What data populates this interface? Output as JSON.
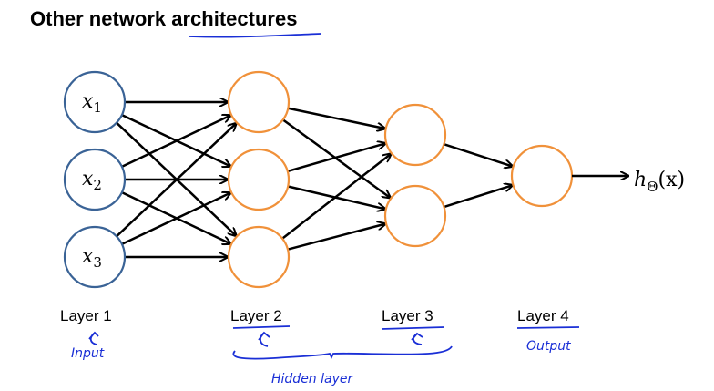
{
  "title": "Other network architectures",
  "title_underlined_word": "architectures",
  "colors": {
    "input_node": "#3a6396",
    "hidden_node": "#f0913a",
    "edge": "#000000",
    "annotation": "#1a2fd6"
  },
  "layers": [
    {
      "label": "Layer 1",
      "node_count": 3,
      "node_labels": [
        "x",
        "x",
        "x"
      ],
      "node_subscripts": [
        "1",
        "2",
        "3"
      ],
      "annotation": "Input"
    },
    {
      "label": "Layer 2",
      "node_count": 3,
      "annotation": ""
    },
    {
      "label": "Layer 3",
      "node_count": 2,
      "annotation": ""
    },
    {
      "label": "Layer 4",
      "node_count": 1,
      "annotation": "Output"
    }
  ],
  "output_label": {
    "h": "h",
    "sub": "Θ",
    "arg": "(x)"
  },
  "hidden_annotation": "Hidden layer"
}
